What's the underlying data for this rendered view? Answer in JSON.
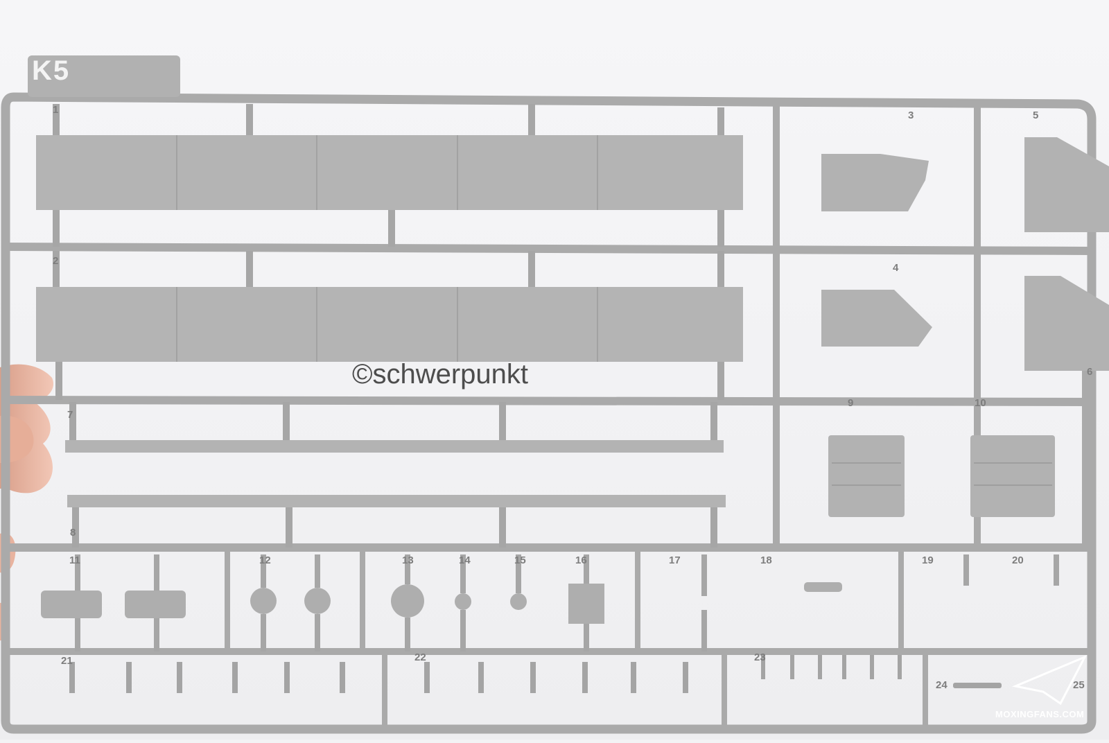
{
  "sprue_tag": "K5",
  "watermark": "©schwerpunkt",
  "site_logo": "MOXINGFANS.COM",
  "part_numbers": [
    "1",
    "2",
    "3",
    "4",
    "5",
    "6",
    "7",
    "8",
    "9",
    "10",
    "11",
    "12",
    "13",
    "14",
    "15",
    "16",
    "17",
    "18",
    "19",
    "20",
    "21",
    "22",
    "23",
    "24",
    "25"
  ],
  "colors": {
    "background": "#f3f3f5",
    "plastic": "#b1b1b1",
    "plastic_dark": "#9f9f9f",
    "hand": "#e9b9a6"
  }
}
